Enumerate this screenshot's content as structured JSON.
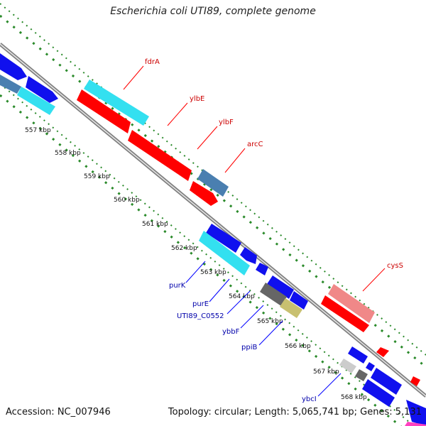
{
  "title": "Escherichia coli UTI89, complete genome",
  "footer": {
    "accession": "Accession: NC_007946",
    "summary": "Topology: circular; Length: 5,065,741 bp; Genes: 5,131"
  },
  "ticks": [
    "557 kbp",
    "558 kbp",
    "559 kbp",
    "560 kbp",
    "561 kbp",
    "562 kbp",
    "563 kbp",
    "564 kbp",
    "565 kbp",
    "566 kbp",
    "567 kbp",
    "568 kbp"
  ],
  "gene_labels": {
    "fdrA": "fdrA",
    "ylbE": "ylbE",
    "ylbF": "ylbF",
    "arcC": "arcC",
    "cysS": "cysS",
    "purK": "purK",
    "purE": "purE",
    "uti": "UTI89_C0552",
    "ybbF": "ybbF",
    "ppiB": "ppiB",
    "ybcI": "ybcI"
  },
  "colors": {
    "forward_label": "#cc0000",
    "reverse_label": "#0000aa",
    "backbone": "#808080",
    "dotted_track": "#2a8a2a",
    "red_gene": "#ff0000",
    "cyan_gene": "#33e0f0",
    "blue_gene": "#1010ee",
    "steel_gene": "#4a7fb0",
    "pink_gene": "#f08888",
    "gray_gene": "#666666",
    "khaki_gene": "#c8c070",
    "light_gray_gene": "#cccccc"
  }
}
